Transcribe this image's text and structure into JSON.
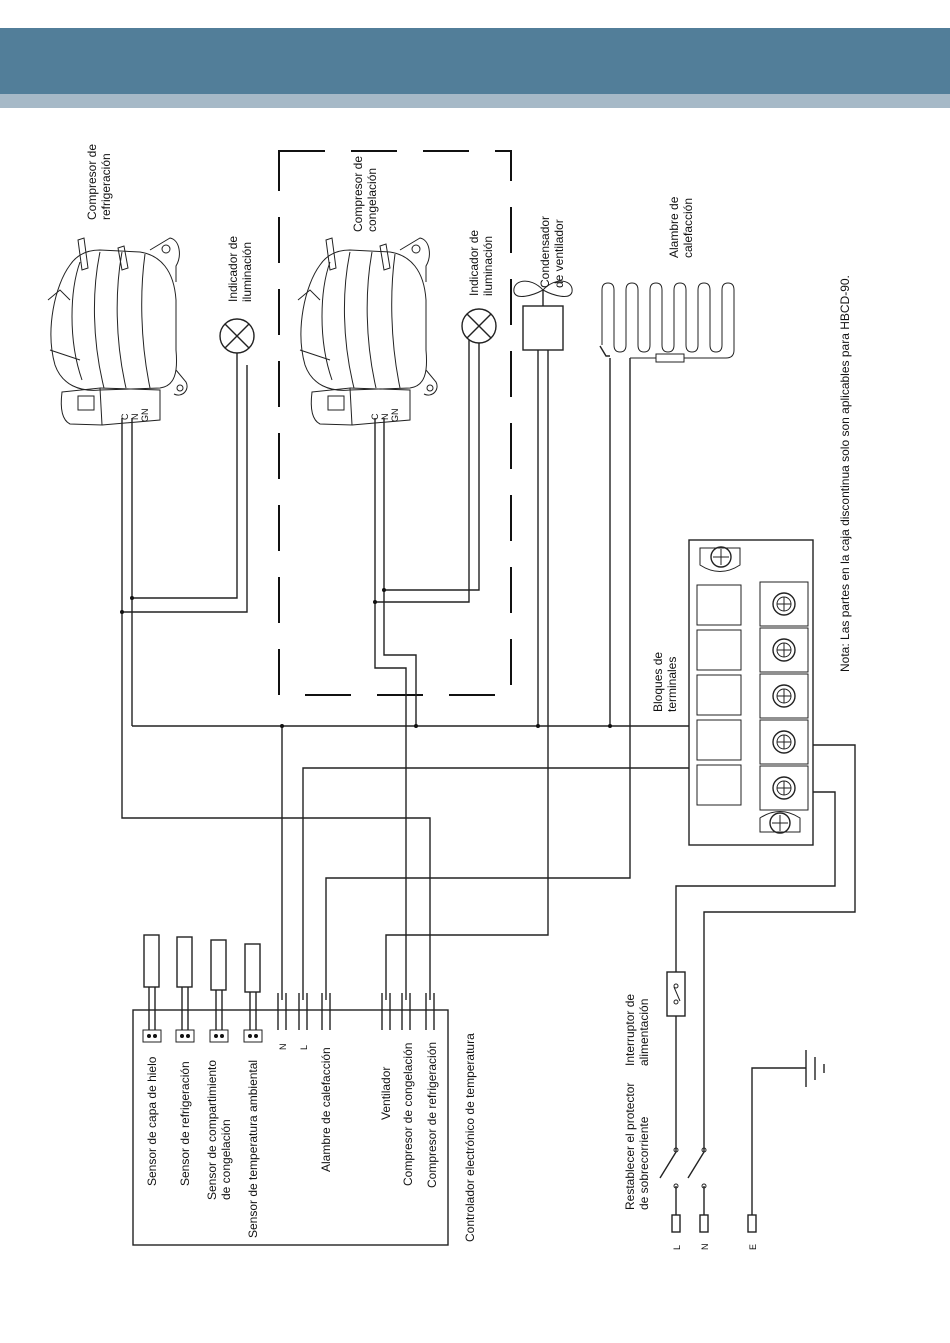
{
  "components": {
    "compresor_refrigeracion": [
      "Compresor de",
      "refrigeración"
    ],
    "compresor_congelacion": [
      "Compresor de",
      "congelación"
    ],
    "indicador_1": [
      "Indicador de",
      "iluminación"
    ],
    "indicador_2": [
      "Indicador de",
      "iluminación"
    ],
    "condensador": [
      "Condensador",
      "de ventilador"
    ],
    "alambre": [
      "Alambre de",
      "calefacción"
    ],
    "bloques": [
      "Bloques de",
      "terminales"
    ],
    "terminal_c": "C",
    "terminal_n": "N",
    "terminal_gn": "GN"
  },
  "note": "Nota: Las partes en la caja discontinua solo son aplicables para HBCD-90.",
  "controller": {
    "title": "Controlador electrónico de temperatura",
    "sensors": [
      [
        "Sensor de capa de hielo"
      ],
      [
        "Sensor de refrigeración"
      ],
      [
        "Sensor de compartimiento",
        "de congelación"
      ],
      [
        "Sensor de temperatura ambiental"
      ]
    ],
    "term_n": "N",
    "term_l": "L",
    "alambre": "Alambre de calefacción",
    "ventilador": "Ventilador",
    "comp_cong": "Compresor de congelación",
    "comp_refr": "Compresor de refrigeración"
  },
  "power": {
    "interruptor": [
      "Interruptor de",
      "alimentación"
    ],
    "protector": [
      "Restablecer el protector",
      "de sobrecorriente"
    ],
    "L": "L",
    "N": "N",
    "E": "E"
  }
}
